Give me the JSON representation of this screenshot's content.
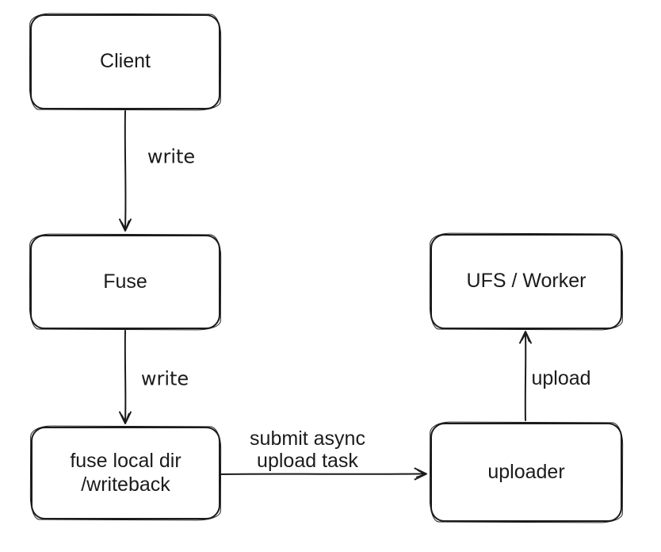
{
  "nodes": {
    "client": {
      "label": "Client"
    },
    "fuse": {
      "label": "Fuse"
    },
    "writeback": {
      "label": "fuse local dir\n/writeback"
    },
    "ufs_worker": {
      "label": "UFS / Worker"
    },
    "uploader": {
      "label": "uploader"
    }
  },
  "edges": {
    "client_to_fuse": {
      "label": "write"
    },
    "fuse_to_writeback": {
      "label": "write"
    },
    "writeback_to_uploader": {
      "label": "submit async\nupload task"
    },
    "uploader_to_ufs": {
      "label": "upload"
    }
  },
  "colors": {
    "stroke": "#1b1b1b",
    "node_fill": "#ffffff",
    "background": "#ffffff"
  }
}
